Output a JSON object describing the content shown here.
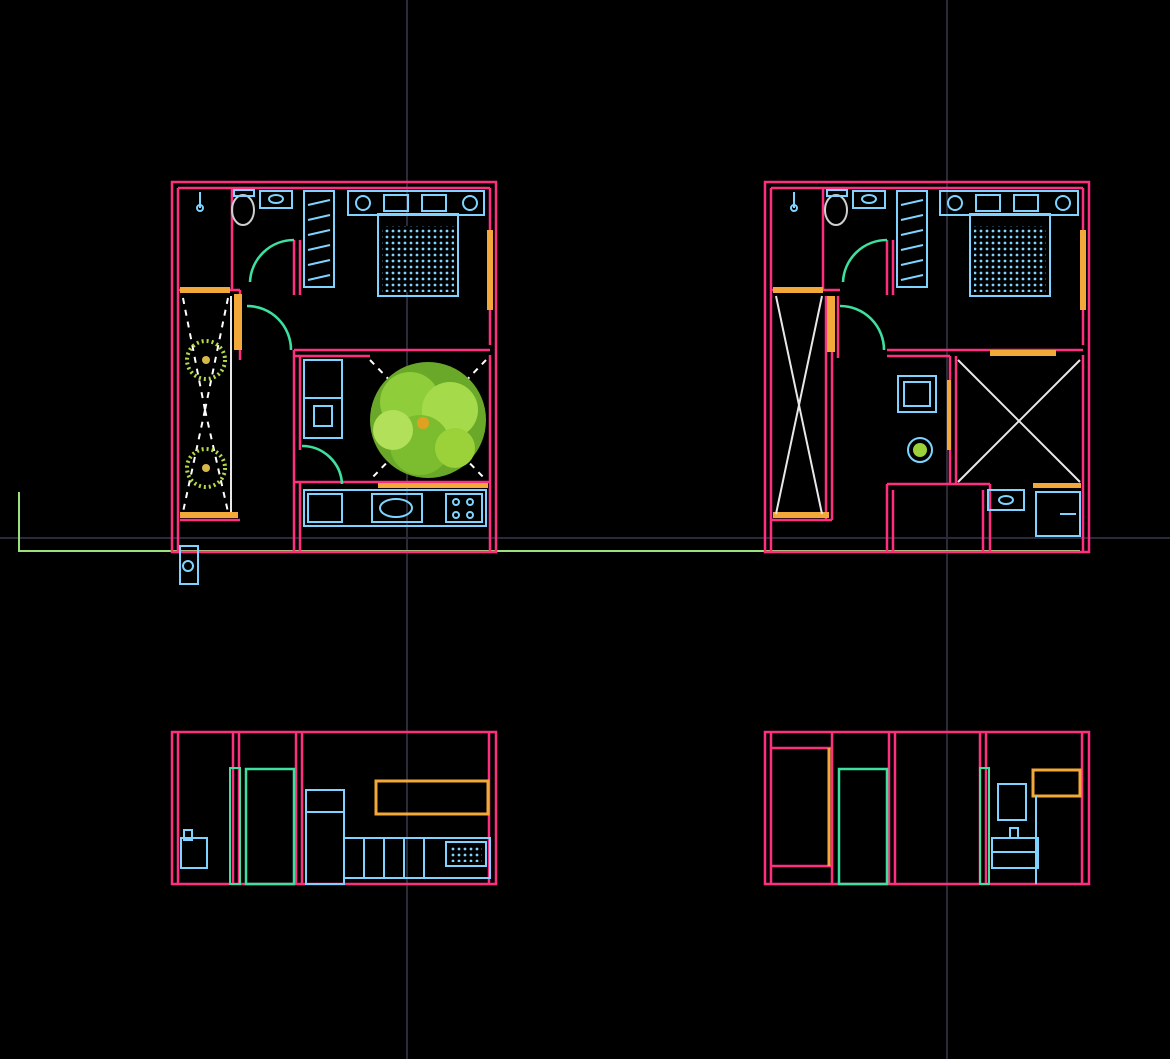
{
  "canvas": {
    "background": "#000000"
  },
  "colors": {
    "wall": "#ff2e7e",
    "furniture": "#7fd4ff",
    "door": "#3ee0a0",
    "window": "#f3a93a",
    "ground_line": "#9be27c",
    "crosshair": "#2a2a38",
    "tree": "#9bd23a"
  },
  "drawings": [
    {
      "kind": "floor-plan",
      "variant": "with-courtyard-tree"
    },
    {
      "kind": "floor-plan",
      "variant": "with-open-void"
    },
    {
      "kind": "elevation",
      "variant": "kitchen-side"
    },
    {
      "kind": "elevation",
      "variant": "bathroom-side"
    }
  ]
}
